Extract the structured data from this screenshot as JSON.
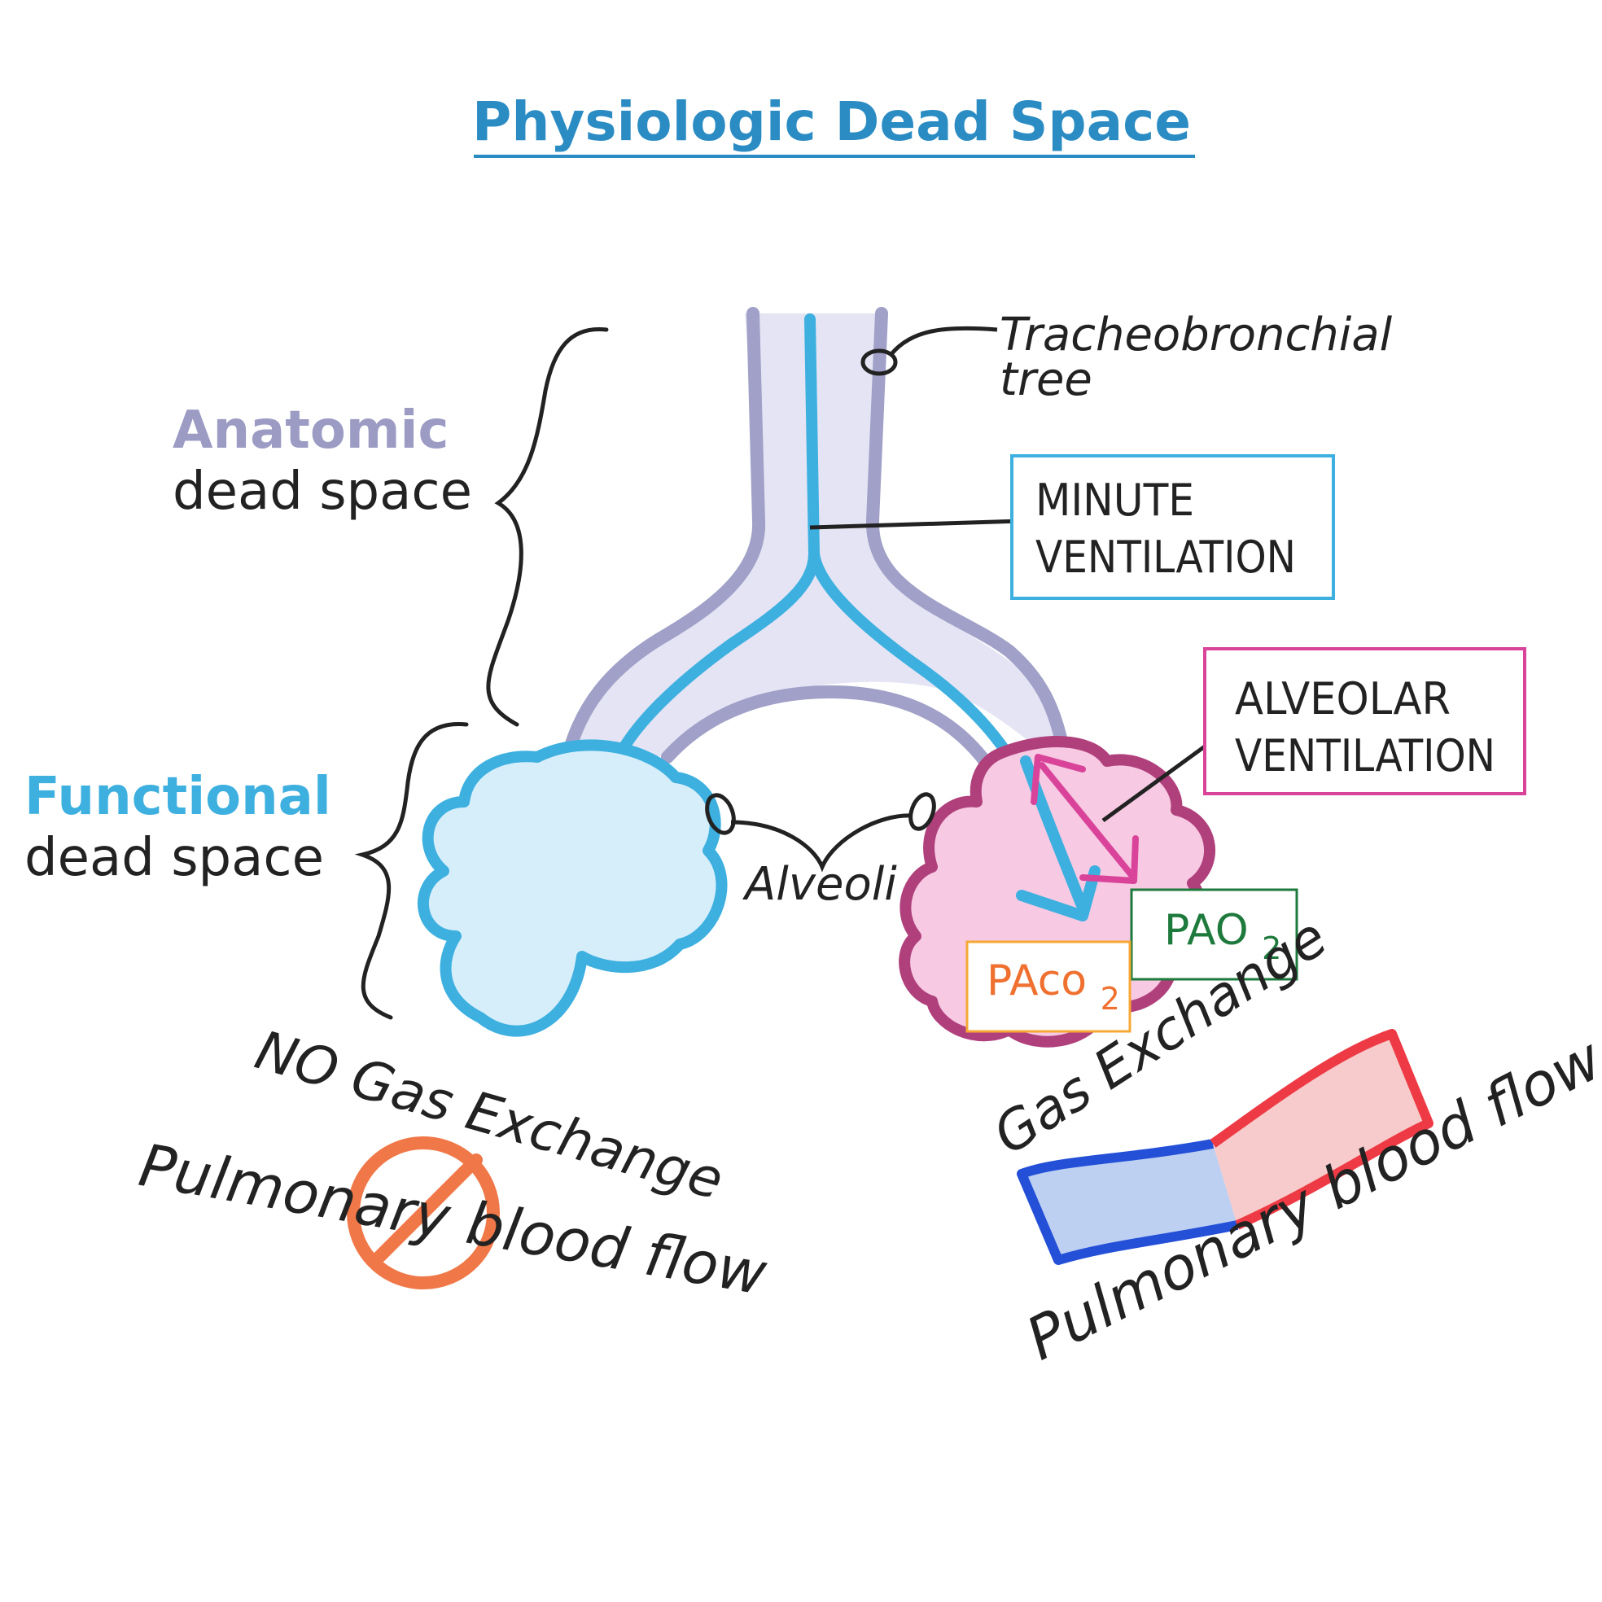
{
  "title": "Physiologic Dead Space",
  "anatomic": {
    "word": "Anatomic",
    "rest": "dead space"
  },
  "functional": {
    "word": "Functional",
    "rest": "dead space"
  },
  "trachea_label": {
    "line1": "Tracheobronchial",
    "line2": "tree"
  },
  "minute_ventilation": {
    "line1": "MINUTE",
    "line2": "VENTILATION"
  },
  "alveolar_ventilation": {
    "line1": "ALVEOLAR",
    "line2": "VENTILATION"
  },
  "alveoli_label": "Alveoli",
  "pao2": {
    "main": "PAO",
    "sub": "2"
  },
  "paco2": {
    "main": "PAco",
    "sub": "2"
  },
  "no_gas_exchange": "NO Gas Exchange",
  "gas_exchange": "Gas Exchange",
  "left_flow_label": "Pulmonary blood flow",
  "right_flow_label": "Pulmonary blood flow",
  "colors": {
    "title": "#2b8cc4",
    "anatomic": "#9b9bc4",
    "functional": "#3db0e0",
    "airway_fill": "#e4e4f4",
    "airway_wall": "#a0a0c8",
    "airflow": "#3db0e0",
    "dead_alveolus_fill": "#d6eefa",
    "live_alveolus_fill": "#f7c9e3",
    "live_alveolus_stroke": "#b0407c",
    "alveolar_box": "#d9449a",
    "pao2": "#1e7a3c",
    "paco2": "#f07030",
    "prohibited": "#f07848",
    "venous": "#2450d8",
    "arterial": "#ee3a44"
  }
}
